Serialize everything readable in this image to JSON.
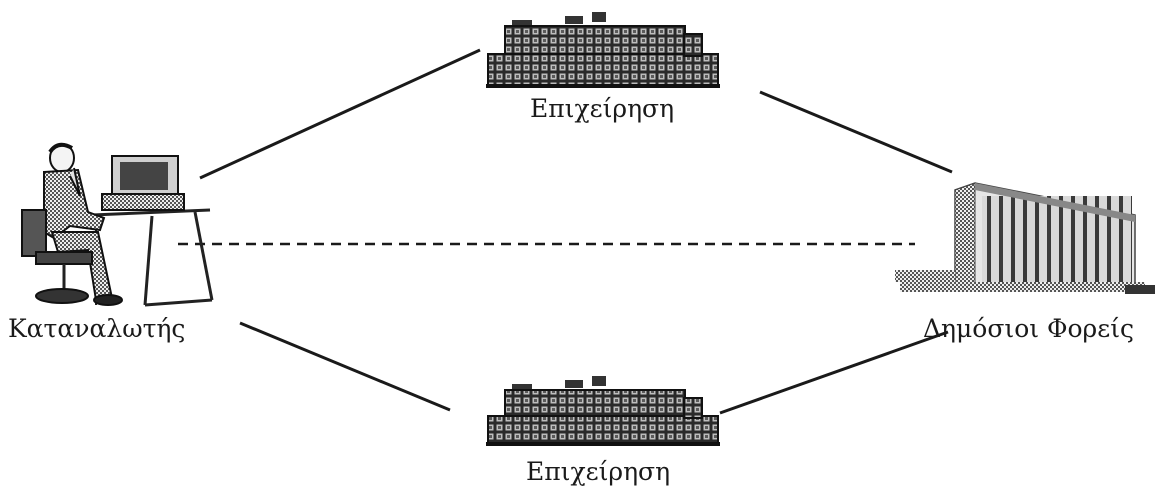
{
  "nodes": {
    "business_top": {
      "label": "Επιχείρηση",
      "icon": "factory-building-icon"
    },
    "business_bottom": {
      "label": "Επιχείρηση",
      "icon": "factory-building-icon"
    },
    "consumer": {
      "label": "Καταναλωτής",
      "icon": "person-at-computer-icon"
    },
    "public_bodies": {
      "label": "Δημόσιοι Φορείς",
      "icon": "office-tower-icon"
    }
  },
  "edges": [
    {
      "from": "consumer",
      "to": "business_top",
      "style": "solid"
    },
    {
      "from": "business_top",
      "to": "public_bodies",
      "style": "solid"
    },
    {
      "from": "consumer",
      "to": "business_bottom",
      "style": "solid"
    },
    {
      "from": "business_bottom",
      "to": "public_bodies",
      "style": "solid"
    },
    {
      "from": "consumer",
      "to": "public_bodies",
      "style": "dashed"
    }
  ],
  "colors": {
    "line": "#1a1a1a",
    "text": "#1a1a1a",
    "background": "#ffffff"
  }
}
